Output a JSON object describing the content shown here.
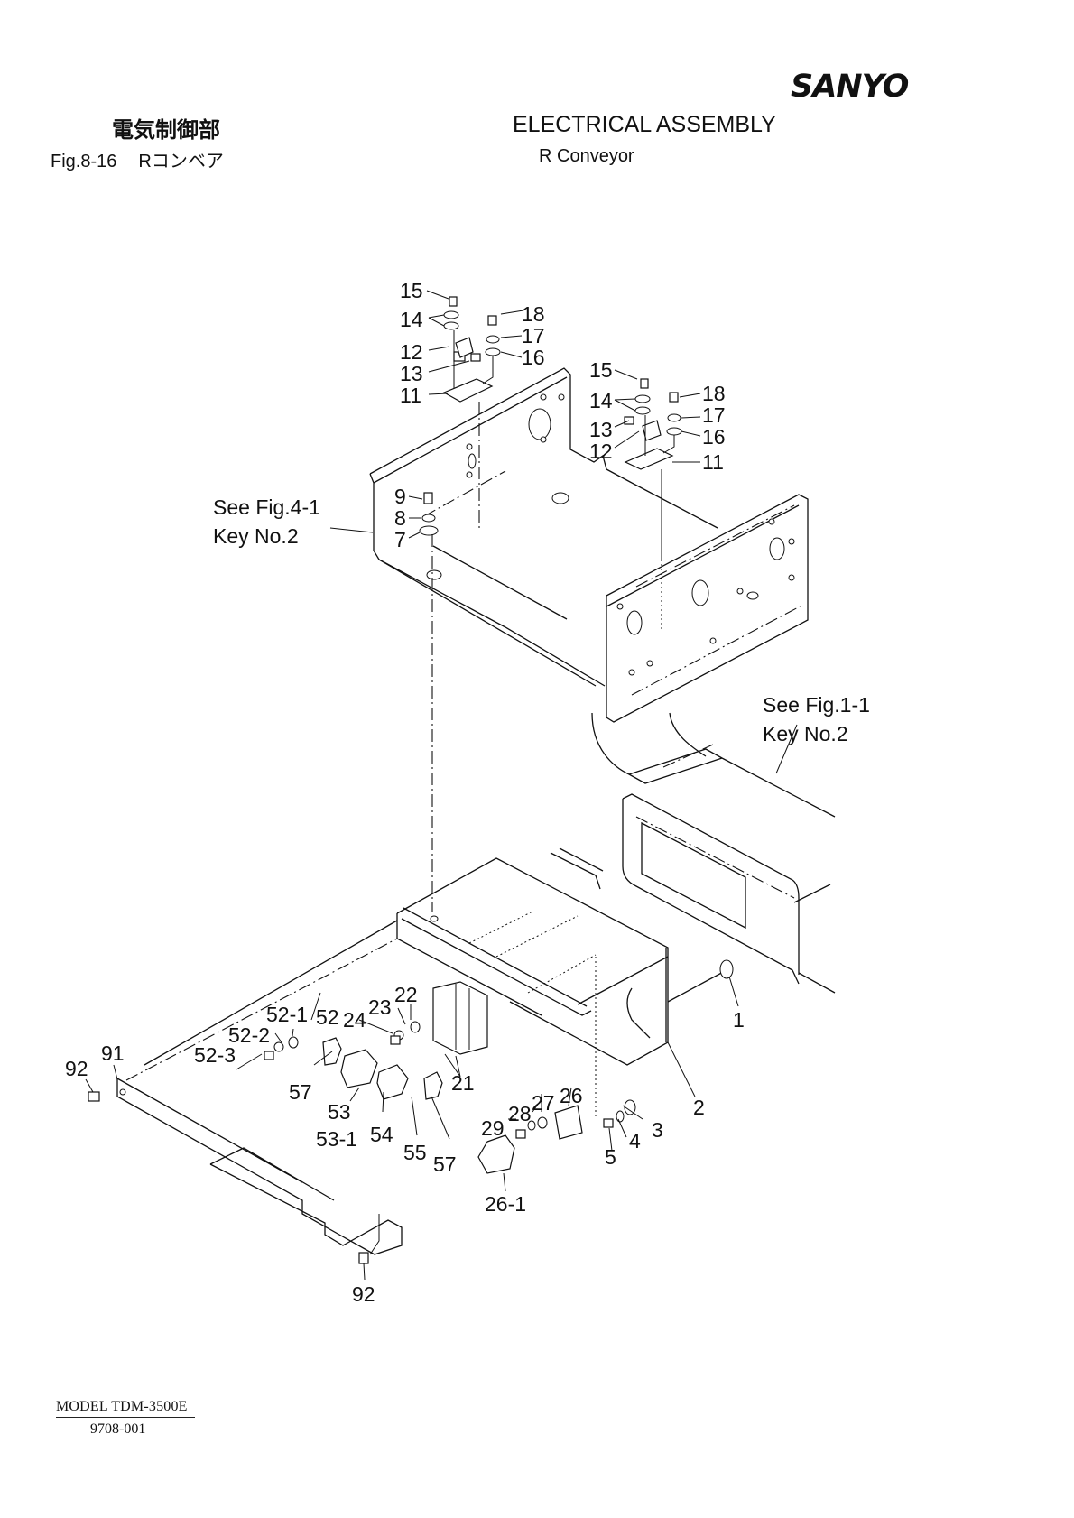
{
  "header": {
    "brand": "SANYO",
    "title_jp": "電気制御部",
    "title_en": "ELECTRICAL ASSEMBLY",
    "figure_number": "Fig.8-16",
    "subtitle_jp": "Rコンベア",
    "subtitle_en": "R Conveyor"
  },
  "references": [
    {
      "line1": "See Fig.4-1",
      "line2": "Key No.2"
    },
    {
      "line1": "See Fig.1-1",
      "line2": "Key No.2"
    }
  ],
  "callouts": {
    "upper_left": [
      "15",
      "14",
      "12",
      "13",
      "11",
      "18",
      "17",
      "16"
    ],
    "upper_right": [
      "15",
      "14",
      "13",
      "12",
      "18",
      "17",
      "16",
      "11"
    ],
    "frame": [
      "9",
      "8",
      "7"
    ],
    "lower": [
      "1",
      "2",
      "3",
      "4",
      "5",
      "21",
      "22",
      "23",
      "24",
      "26",
      "26-1",
      "27",
      "28",
      "29",
      "52",
      "52-1",
      "52-2",
      "52-3",
      "53",
      "53-1",
      "54",
      "55",
      "57",
      "57",
      "91",
      "92",
      "92"
    ]
  },
  "footer": {
    "model": "MODEL TDM-3500E",
    "code": "9708-001"
  }
}
